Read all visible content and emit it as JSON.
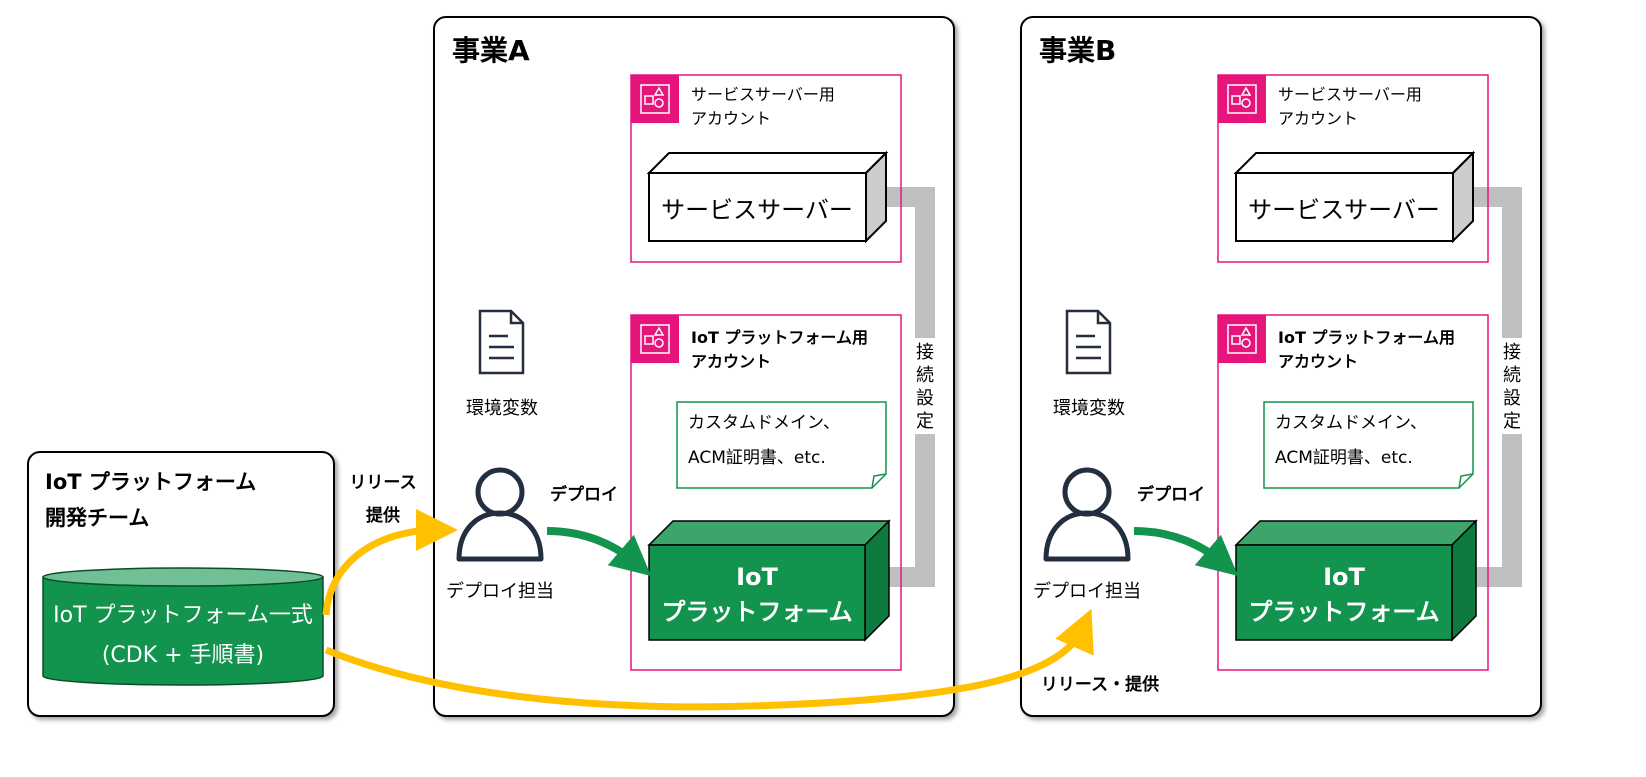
{
  "dev_team": {
    "title_line1": "IoT プラットフォーム",
    "title_line2": "開発チーム",
    "package_line1": "IoT プラットフォーム一式",
    "package_line2": "(CDK + 手順書)"
  },
  "release_a": {
    "line1": "リリース",
    "line2": "提供"
  },
  "release_b": "リリース・提供",
  "businesses": [
    {
      "title": "事業A",
      "service_account": {
        "line1": "サービスサーバー用",
        "line2": "アカウント"
      },
      "service_server": "サービスサーバー",
      "iot_account": {
        "line1": "IoT プラットフォーム用",
        "line2": "アカウント"
      },
      "note": {
        "line1": "カスタムドメイン、",
        "line2": "ACM証明書、etc."
      },
      "iot_platform": {
        "line1": "IoT",
        "line2": "プラットフォーム"
      },
      "env_vars": "環境変数",
      "deployer": "デプロイ担当",
      "deploy": "デプロイ",
      "connection": [
        "接",
        "続",
        "設",
        "定"
      ]
    },
    {
      "title": "事業B",
      "service_account": {
        "line1": "サービスサーバー用",
        "line2": "アカウント"
      },
      "service_server": "サービスサーバー",
      "iot_account": {
        "line1": "IoT プラットフォーム用",
        "line2": "アカウント"
      },
      "note": {
        "line1": "カスタムドメイン、",
        "line2": "ACM証明書、etc."
      },
      "iot_platform": {
        "line1": "IoT",
        "line2": "プラットフォーム"
      },
      "env_vars": "環境変数",
      "deployer": "デプロイ担当",
      "deploy": "デプロイ",
      "connection": [
        "接",
        "続",
        "設",
        "定"
      ]
    }
  ],
  "colors": {
    "account": "#E7157B",
    "iot": "#12934E",
    "release": "#FFC000",
    "connector": "#BFBFBF"
  }
}
